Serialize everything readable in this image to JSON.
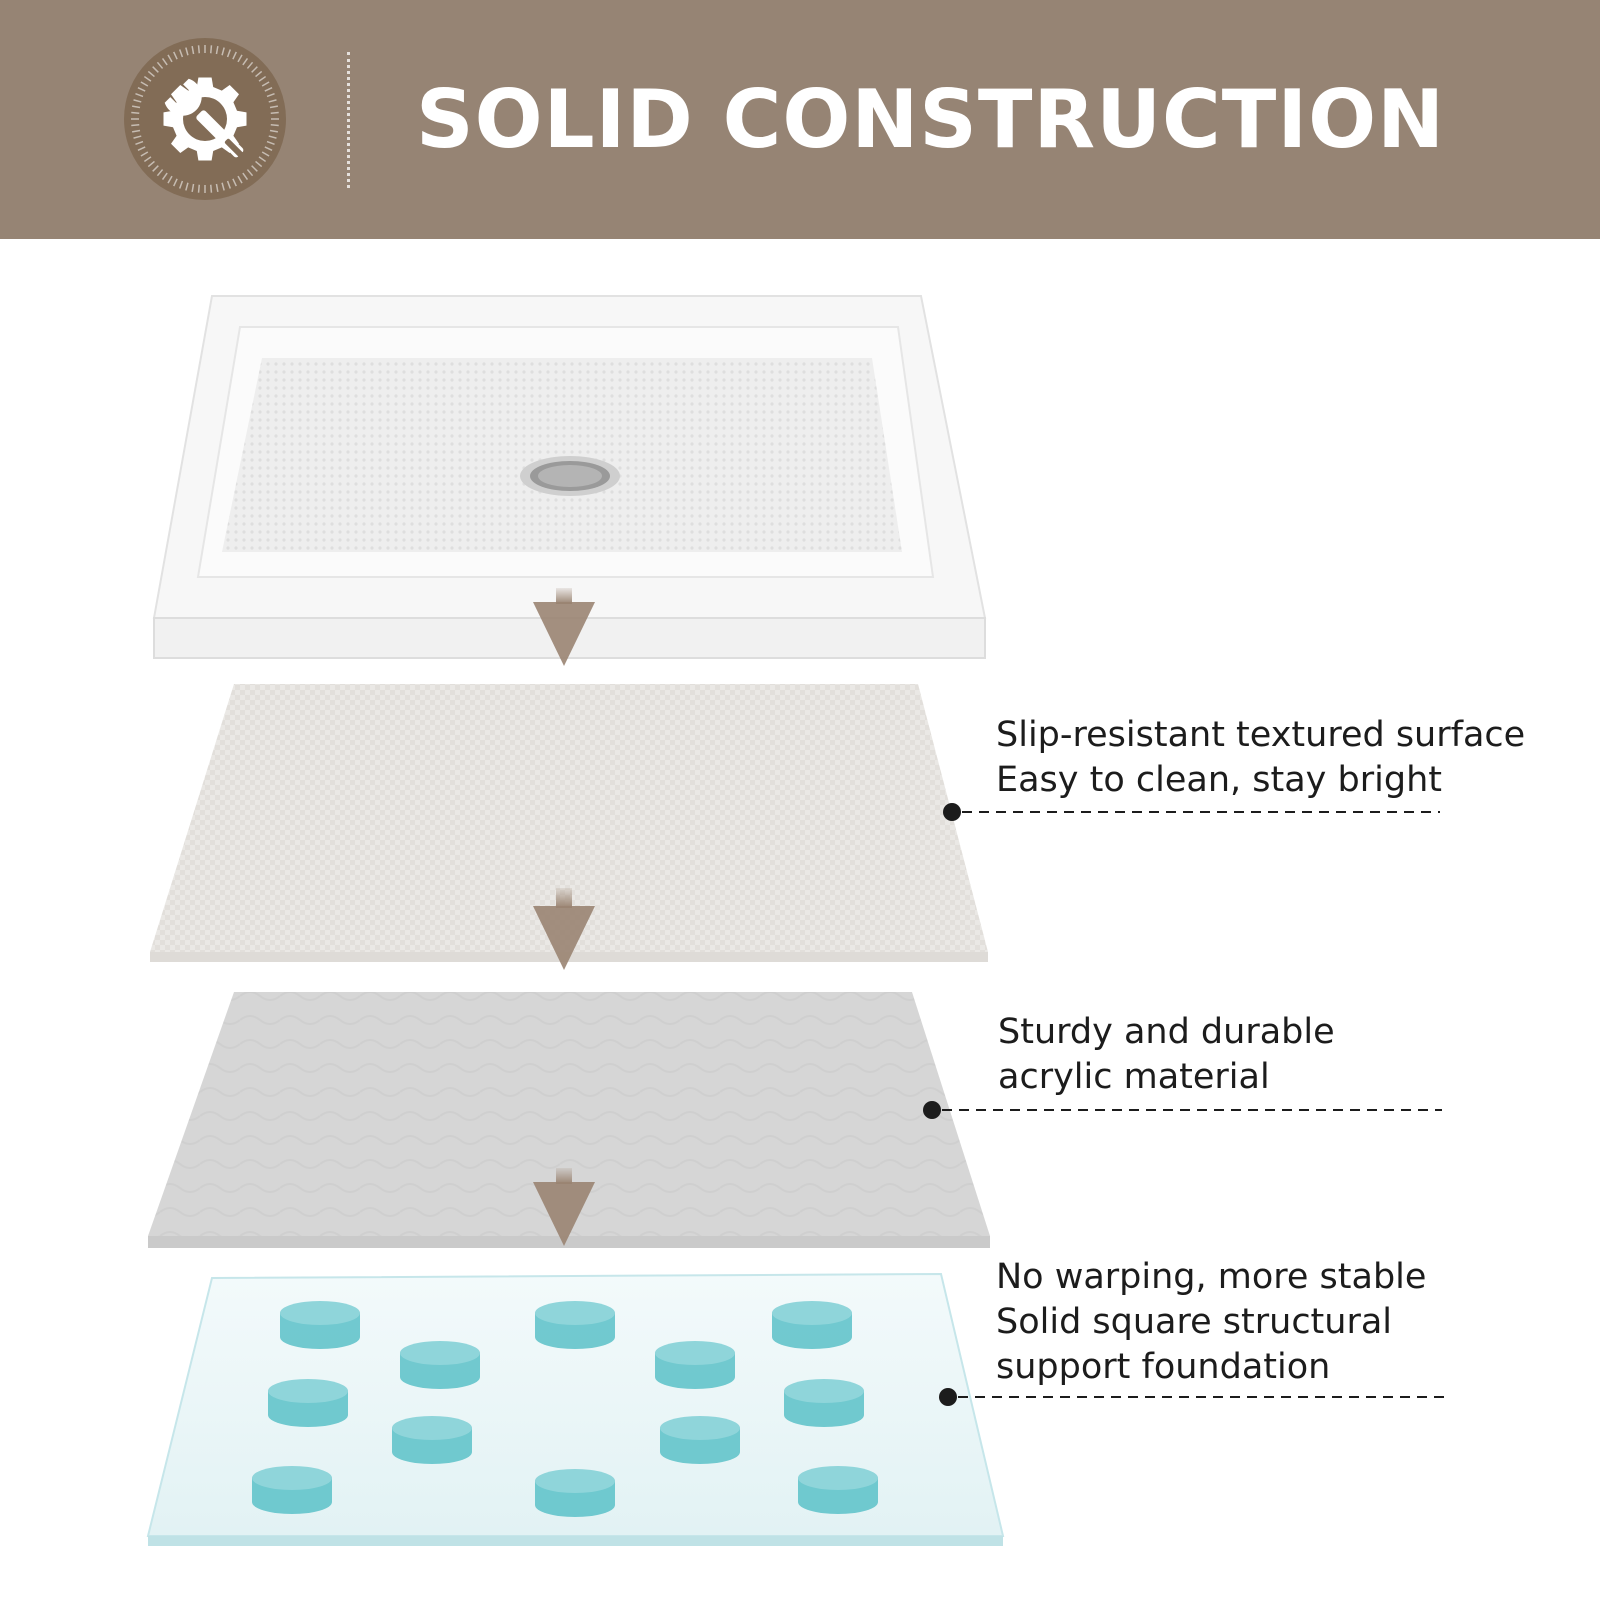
{
  "header": {
    "title": "SOLID CONSTRUCTION",
    "icon": "gear-wrench-icon",
    "background_color": "#968474",
    "badge_color": "#826c56",
    "title_color": "#ffffff"
  },
  "layers": [
    {
      "name": "shower-base",
      "description": "white shower base with center drain"
    },
    {
      "name": "textured-surface",
      "description": "slip-resistant textured surface layer"
    },
    {
      "name": "acrylic-layer",
      "description": "acrylic material layer"
    },
    {
      "name": "support-foundation",
      "description": "transparent support base with cylindrical supports"
    }
  ],
  "callouts": [
    {
      "lines": [
        "Slip-resistant textured surface",
        "Easy to clean, stay bright"
      ]
    },
    {
      "lines": [
        "Sturdy and durable",
        "acrylic material"
      ]
    },
    {
      "lines": [
        "No warping, more stable",
        "Solid square structural",
        "support foundation"
      ]
    }
  ],
  "colors": {
    "arrow": "#9a8472",
    "support_cylinder": "#5bc1c8",
    "text": "#1c1c1c"
  }
}
